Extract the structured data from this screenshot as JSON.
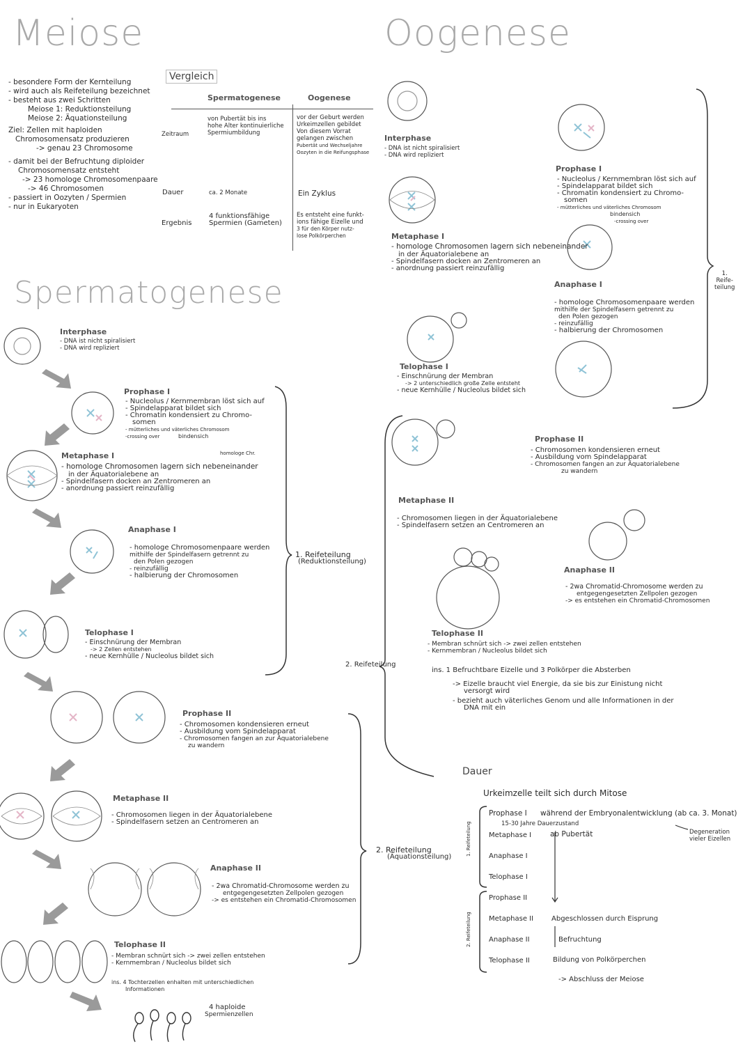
{
  "titles": {
    "meiose": "Meiose",
    "oogenese": "Oogenese",
    "spermatogenese": "Spermatogenese"
  },
  "meiose_intro": [
    "- besondere Form der Kernteilung",
    "- wird auch als Reifeteilung bezeichnet",
    "- besteht aus zwei Schritten",
    "Meiose 1: Reduktionsteilung",
    "Meiose 2: Äquationsteilung",
    "Ziel: Zellen mit haploiden",
    "Chromosomensatz produzieren",
    "-> genau 23 Chromosome",
    "- damit bei der Befruchtung diploider",
    "Chromosomensatz entsteht",
    "-> 23 homologe Chromosomenpaare",
    "-> 46 Chromosomen",
    "- passiert in Oozyten / Spermien",
    "- nur in Eukaryoten"
  ],
  "vergleich": {
    "title": "Vergleich",
    "col_sperm": "Spermatogenese",
    "col_oo": "Oogenese",
    "row_zeitraum": "Zeitraum",
    "row_dauer": "Dauer",
    "row_ergebnis": "Ergebnis",
    "sperm_zeitraum": [
      "von Pubertät bis ins",
      "hohe Alter kontinuierliche",
      "Spermiumbildung"
    ],
    "oo_zeitraum": [
      "vor der Geburt werden",
      "Urkeimzellen gebildet",
      "Von diesem Vorrat",
      "gelangen zwischen",
      "Pubertät und Wechseljahre",
      "Oozyten in die Reifungsphase"
    ],
    "sperm_dauer": "ca. 2 Monate",
    "oo_dauer": "Ein Zyklus",
    "sperm_ergebnis": [
      "4 funktionsfähige",
      "Spermien (Gameten)"
    ],
    "oo_ergebnis": [
      "Es entsteht eine funkt-",
      "ions fähige Eizelle und",
      "3 für den Körper nutz-",
      "lose Polkörperchen"
    ]
  },
  "phases": {
    "interphase": "Interphase",
    "interphase_lines": [
      "- DNA ist nicht spiralisiert",
      "- DNA wird repliziert"
    ],
    "prophase1": "Prophase I",
    "prophase1_lines": [
      "- Nucleolus / Kernmembran löst sich auf",
      "- Spindelapparat bildet sich",
      "- Chromatin kondensiert zu Chromo-",
      "somen",
      "- mütterliches und väterliches Chromosom",
      "bindensich",
      "-crossing over"
    ],
    "homologe_chr": "homologe Chr.",
    "metaphase1": "Metaphase I",
    "metaphase1_lines": [
      "- homologe Chromosomen lagern sich nebeneinander",
      "in der Äquatorialebene an",
      "- Spindelfasern docken an Zentromeren an",
      "- anordnung passiert reinzufällig"
    ],
    "anaphase1": "Anaphase I",
    "anaphase1_lines": [
      "- homologe Chromosomenpaare werden",
      "mithilfe der Spindelfasern getrennt zu",
      "den Polen gezogen",
      "- reinzufällig",
      "- halbierung der Chromosomen"
    ],
    "telophase1": "Telophase I",
    "telophase1_lines_sp": [
      "- Einschnürung der Membran",
      "-> 2 Zellen entstehen",
      "- neue Kernhülle / Nucleolus bildet sich"
    ],
    "telophase1_lines_oo": [
      "- Einschnürung der Membran",
      "-> 2 unterschiedlich große Zelle entsteht",
      "- neue Kernhülle / Nucleolus bildet sich"
    ],
    "prophase2": "Prophase II",
    "prophase2_lines": [
      "- Chromosomen kondensieren erneut",
      "- Ausbildung vom Spindelapparat",
      "- Chromosomen fangen an zur Äquatorialebene",
      "zu wandern"
    ],
    "metaphase2": "Metaphase II",
    "metaphase2_lines": [
      "- Chromosomen liegen in der Äquatorialebene",
      "- Spindelfasern setzen an Centromeren an"
    ],
    "anaphase2": "Anaphase II",
    "anaphase2_lines": [
      "- 2wa Chromatid-Chromosome werden zu",
      "entgegengesetzten Zellpolen gezogen",
      "-> es entstehen ein Chromatid-Chromosomen"
    ],
    "telophase2": "Telophase II",
    "telophase2_lines_sp": [
      "- Membran schnürt sich -> zwei zellen entstehen",
      "- Kernmembran / Nucleolus bildet sich"
    ],
    "telophase2_tochter": [
      "ins. 4 Tochterzellen enhalten mit unterschiedlichen",
      "Informationen"
    ],
    "spermien": [
      "4 haploide",
      "Spermienzellen"
    ],
    "telophase2_oo_extra": [
      "ins. 1 Befruchtbare Eizelle und 3 Polkörper die Absterben",
      "-> Eizelle braucht viel Energie, da sie bis zur Einistung nicht",
      "versorgt wird",
      "- bezieht auch väterliches Genom und alle Informationen in der",
      "DNA mit ein"
    ]
  },
  "brackets": {
    "reifeteilung1": [
      "1. Reifeteilung",
      "(Reduktionsteilung)"
    ],
    "reifeteilung2": [
      "2. Reifeteilung",
      "(Äquationsteilung)"
    ],
    "reifeteilung2_oo": "2. Reifeteilung",
    "reifeteilung1_oo": [
      "1.",
      "Reife-",
      "teilung"
    ]
  },
  "dauer": {
    "title": "Dauer",
    "urkeim": "Urkeimzelle teilt sich durch Mitose",
    "prophase1": "Prophase I",
    "embryo": "während der Embryonalentwicklung (ab ca. 3. Monat)",
    "dauerzustand": "15-30 Jahre Dauerzustand",
    "ab_pubertaet": "ab Pubertät",
    "degeneration": [
      "Degeneration",
      "vieler Eizellen"
    ],
    "metaphase1": "Metaphase I",
    "anaphase1": "Anaphase I",
    "telophase1": "Telophase I",
    "prophase2": "Prophase II",
    "metaphase2": "Metaphase II",
    "anaphase2": "Anaphase II",
    "telophase2": "Telophase II",
    "side1": "1. Reifeteilung",
    "side2": "2. Reifeteilung",
    "eisprung": "Abgeschlossen durch Eisprung",
    "befruchtung": "Befruchtung",
    "polkoerper": "Bildung von Polkörperchen",
    "abschluss": "-> Abschluss der Meiose"
  },
  "colors": {
    "ink": "#2b2b2b",
    "gray": "#a9a9a9",
    "chromosome_blue": "#8fc3d6",
    "chromosome_pink": "#e4b5c7",
    "arrow": "#9a9a9a"
  }
}
